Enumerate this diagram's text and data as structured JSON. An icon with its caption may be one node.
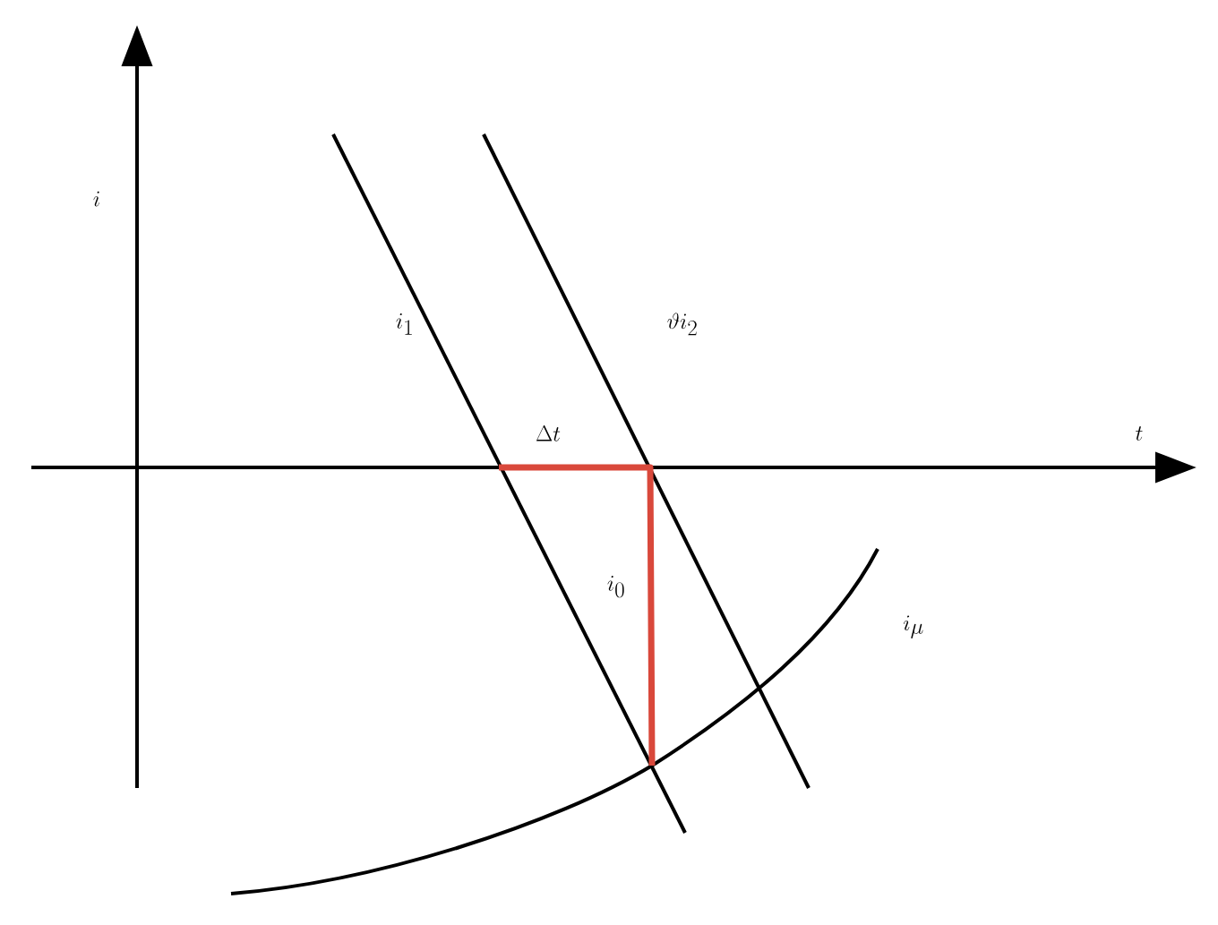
{
  "diagram": {
    "labels": [
      "i",
      "i_1",
      "\\vartheta i_2",
      "\\Delta t",
      "t",
      "i_0",
      "i_\\mu"
    ]
  }
}
